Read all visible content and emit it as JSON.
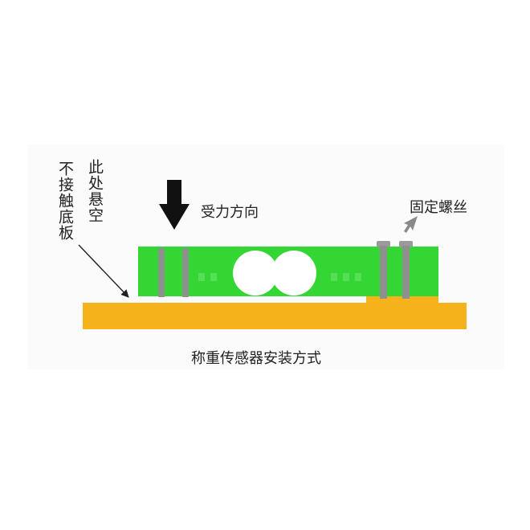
{
  "labels": {
    "no_contact_base": "不接触底板",
    "suspended_here": "此处悬空",
    "force_direction": "受力方向",
    "fixing_screws": "固定螺丝",
    "caption": "称重传感器安装方式"
  },
  "colors": {
    "sensor_green": "#33d633",
    "base_orange": "#f5b21a",
    "screw_gray": "#8f8f8f",
    "arrow_black": "#111111",
    "background": "#ffffff"
  },
  "icons": {
    "force_arrow": "down-arrow-icon",
    "pointer_arrow": "pointer-arrow-icon"
  }
}
